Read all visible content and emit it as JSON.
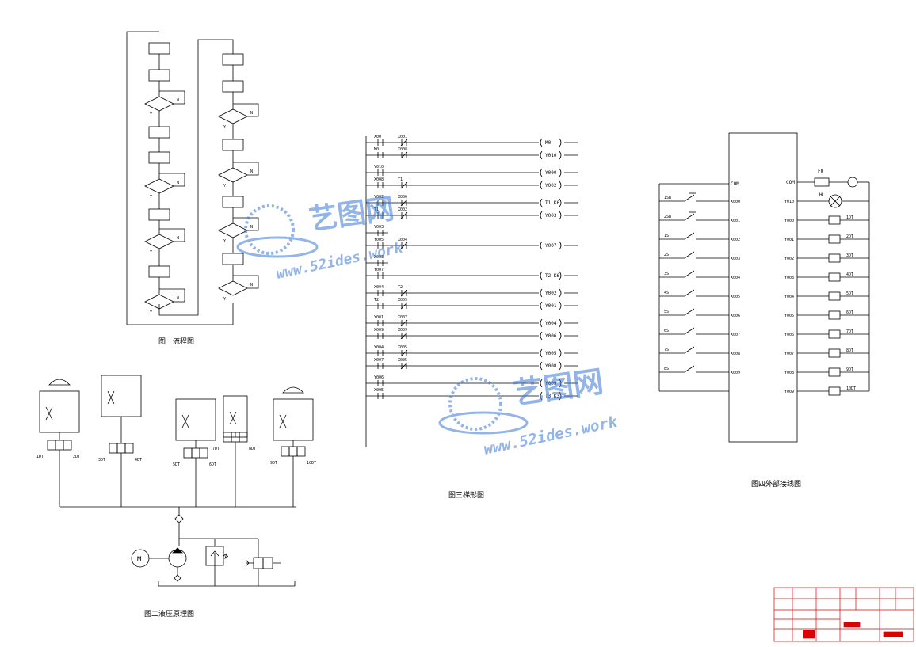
{
  "captions": {
    "flowchart": "图一流程图",
    "hydraulic": "图二液压原理图",
    "ladder": "图三梯形图",
    "wiring": "图四外部接线图"
  },
  "watermark": {
    "brand": "艺图网",
    "url": "www.52ides.work"
  },
  "ladder": {
    "rungs": [
      {
        "contacts": [
          "X00",
          "X001"
        ],
        "output": "M0"
      },
      {
        "contacts": [
          "M0",
          "X008"
        ],
        "output": "Y010"
      },
      {
        "contacts": [
          "Y010"
        ],
        "output": "Y000"
      },
      {
        "contacts": [
          "X008",
          "T1"
        ],
        "output": "Y002"
      },
      {
        "contacts": [
          "Y002",
          "X006"
        ],
        "output": "T1 K6"
      },
      {
        "contacts": [
          "T1",
          "X002"
        ],
        "output": "Y003"
      },
      {
        "contacts": [
          "Y003"
        ],
        "output": ""
      },
      {
        "contacts": [
          "Y005",
          "X004"
        ],
        "output": "Y007"
      },
      {
        "contacts": [
          "X003"
        ],
        "output": ""
      },
      {
        "contacts": [
          "Y007"
        ],
        "output": "T2 K6"
      },
      {
        "contacts": [
          "X004",
          "T2"
        ],
        "output": "Y002"
      },
      {
        "contacts": [
          "T2",
          "X009"
        ],
        "output": "Y001"
      },
      {
        "contacts": [
          "Y001",
          "X007"
        ],
        "output": "Y004"
      },
      {
        "contacts": [
          "X009",
          "X009"
        ],
        "output": "Y006"
      },
      {
        "contacts": [
          "Y004",
          "X005"
        ],
        "output": "Y005"
      },
      {
        "contacts": [
          "X007",
          "X005"
        ],
        "output": "Y008"
      },
      {
        "contacts": [
          "Y006"
        ],
        "output": "Y009"
      },
      {
        "contacts": [
          "X005"
        ],
        "output": "T3 K3"
      }
    ]
  },
  "wiring": {
    "com_left": "COM",
    "com_right": "COM",
    "inputs": [
      {
        "switch": "1SB",
        "terminal": "X000"
      },
      {
        "switch": "2SB",
        "terminal": "X001"
      },
      {
        "switch": "1ST",
        "terminal": "X002"
      },
      {
        "switch": "2ST",
        "terminal": "X003"
      },
      {
        "switch": "3ST",
        "terminal": "X004"
      },
      {
        "switch": "4ST",
        "terminal": "X005"
      },
      {
        "switch": "5ST",
        "terminal": "X006"
      },
      {
        "switch": "6ST",
        "terminal": "X007"
      },
      {
        "switch": "7ST",
        "terminal": "X008"
      },
      {
        "switch": "8ST",
        "terminal": "X009"
      }
    ],
    "fuse": "FU",
    "lamp": "HL",
    "outputs": [
      {
        "terminal": "Y010",
        "load": ""
      },
      {
        "terminal": "Y000",
        "load": "1DT"
      },
      {
        "terminal": "Y001",
        "load": "2DT"
      },
      {
        "terminal": "Y002",
        "load": "3DT"
      },
      {
        "terminal": "Y003",
        "load": "4DT"
      },
      {
        "terminal": "Y004",
        "load": "5DT"
      },
      {
        "terminal": "Y005",
        "load": "6DT"
      },
      {
        "terminal": "Y006",
        "load": "7DT"
      },
      {
        "terminal": "Y007",
        "load": "8DT"
      },
      {
        "terminal": "Y008",
        "load": "9DT"
      },
      {
        "terminal": "Y009",
        "load": "10DT"
      }
    ]
  },
  "hydraulic": {
    "motor": "M",
    "valves": [
      "1DT",
      "2DT",
      "3DT",
      "4DT",
      "5DT",
      "6DT",
      "7DT",
      "8DT",
      "9DT",
      "10DT"
    ]
  },
  "flowchart": {
    "decision_yes": "Y",
    "decision_no": "N"
  },
  "colors": {
    "line": "#000000",
    "titleblock": "#dd0000",
    "watermark": "#3a78d8"
  }
}
